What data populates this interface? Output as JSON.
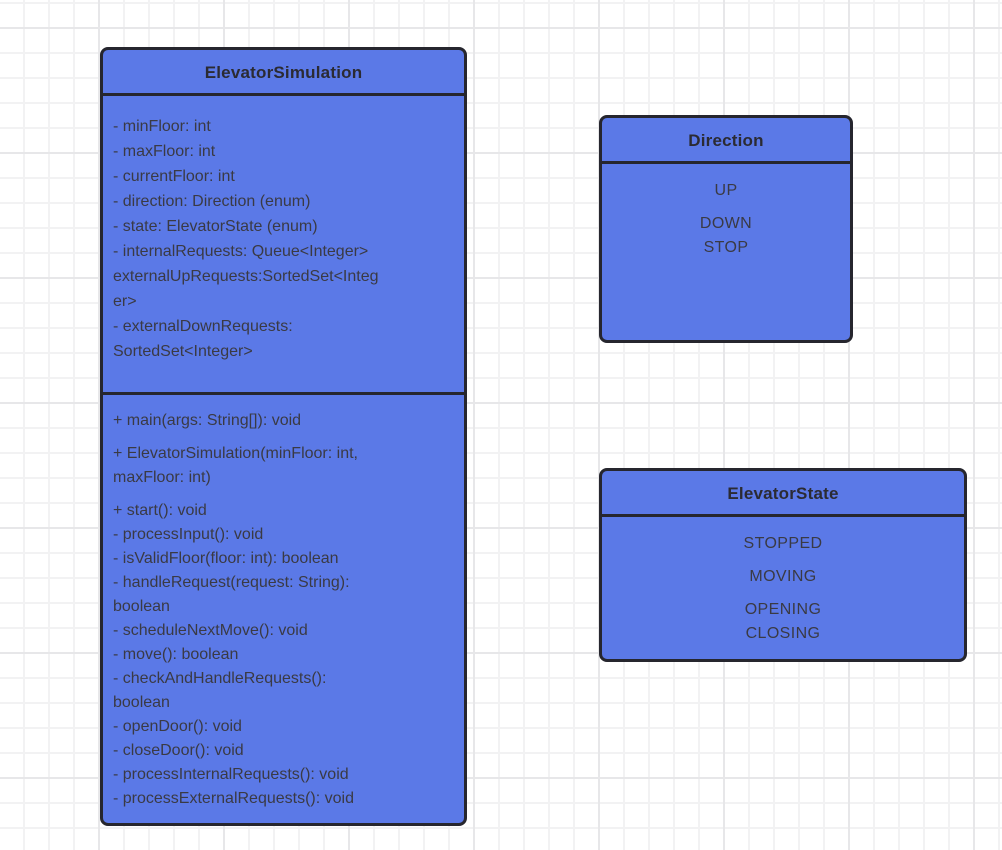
{
  "palette": {
    "box_fill": "#5B79E7",
    "box_border": "#26262E",
    "title_text": "#2B2B33",
    "body_text": "#3A3A44",
    "grid_minor": "#f2f2f3",
    "grid_major": "#e7e7e9",
    "canvas_bg": "#ffffff"
  },
  "diagram": {
    "elevator_simulation": {
      "title": "ElevatorSimulation",
      "attributes": [
        {
          "text": "- minFloor: int",
          "para": false
        },
        {
          "text": "- maxFloor: int",
          "para": false
        },
        {
          "text": "- currentFloor: int",
          "para": false
        },
        {
          "text": "- direction: Direction (enum)",
          "para": false
        },
        {
          "text": "- state: ElevatorState (enum)",
          "para": false
        },
        {
          "text": "- internalRequests: Queue<Integer>",
          "para": false
        },
        {
          "text": "externalUpRequests:SortedSet<Integ",
          "para": false
        },
        {
          "text": "er>",
          "para": false
        },
        {
          "text": "- externalDownRequests:",
          "para": false
        },
        {
          "text": "SortedSet<Integer>",
          "para": false
        }
      ],
      "methods": [
        {
          "text": "+ main(args: String[]): void",
          "para": false
        },
        {
          "text": "+ ElevatorSimulation(minFloor: int,",
          "para": true
        },
        {
          "text": "maxFloor: int)",
          "para": false
        },
        {
          "text": "+ start(): void",
          "para": true
        },
        {
          "text": "- processInput(): void",
          "para": false
        },
        {
          "text": "- isValidFloor(floor: int): boolean",
          "para": false
        },
        {
          "text": "- handleRequest(request: String):",
          "para": false
        },
        {
          "text": "boolean",
          "para": false
        },
        {
          "text": "- scheduleNextMove(): void",
          "para": false
        },
        {
          "text": "- move(): boolean",
          "para": false
        },
        {
          "text": "- checkAndHandleRequests():",
          "para": false
        },
        {
          "text": "boolean",
          "para": false
        },
        {
          "text": "- openDoor(): void",
          "para": false
        },
        {
          "text": "- closeDoor(): void",
          "para": false
        },
        {
          "text": "- processInternalRequests(): void",
          "para": false
        },
        {
          "text": "- processExternalRequests(): void",
          "para": false
        }
      ]
    },
    "direction_enum": {
      "title": "Direction",
      "values": [
        {
          "text": "UP",
          "para": false
        },
        {
          "text": "DOWN",
          "para": true
        },
        {
          "text": "STOP",
          "para": false
        }
      ]
    },
    "elevator_state_enum": {
      "title": "ElevatorState",
      "values": [
        {
          "text": "STOPPED",
          "para": false
        },
        {
          "text": "MOVING",
          "para": true
        },
        {
          "text": "OPENING",
          "para": true
        },
        {
          "text": "CLOSING",
          "para": false
        }
      ]
    }
  }
}
